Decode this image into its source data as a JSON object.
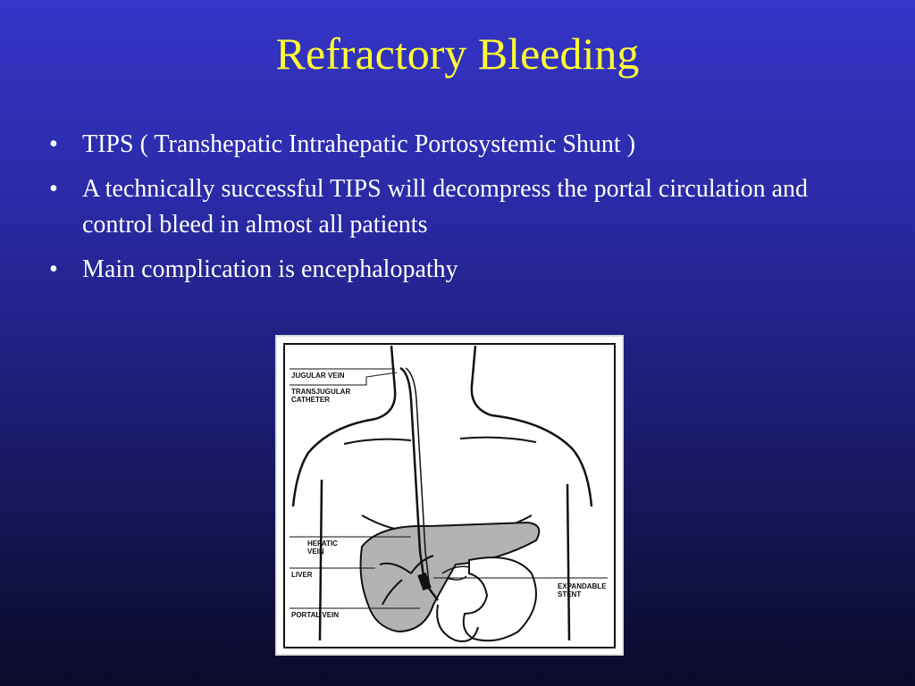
{
  "slide": {
    "title": "Refractory Bleeding",
    "bullets": [
      "TIPS ( Transhepatic Intrahepatic Portosystemic Shunt )",
      "A technically successful TIPS will decompress the portal circulation and control bleed in almost all patients",
      "Main complication is encephalopathy"
    ],
    "bullet_glyph": "•"
  },
  "figure": {
    "labels": {
      "jugular": "JUGULAR VEIN",
      "catheter_1": "TRANSJUGULAR",
      "catheter_2": "CATHETER",
      "hepatic_1": "HEPATIC",
      "hepatic_2": "VEIN",
      "liver": "LIVER",
      "stent_1": "EXPANDABLE",
      "stent_2": "STENT",
      "portal": "PORTAL VEIN"
    }
  },
  "colors": {
    "title": "#ffff33",
    "text": "#ffffff",
    "background": "#2a2aa6"
  }
}
